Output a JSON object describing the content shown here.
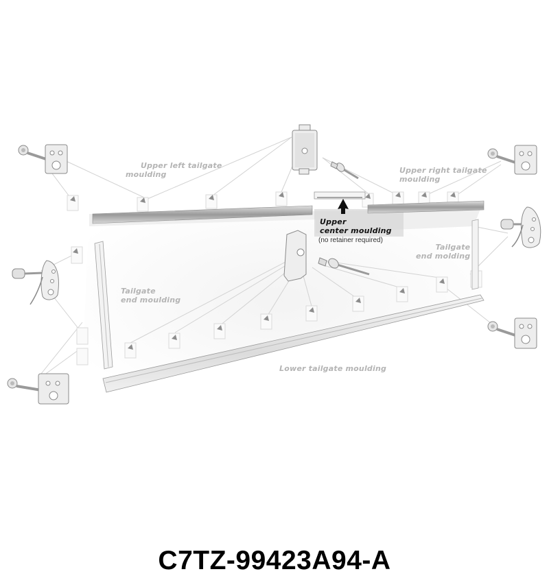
{
  "diagram": {
    "labels": {
      "upper_left": "Upper left tailgate\nmoulding",
      "upper_right": "Upper right tailgate\nmoulding",
      "upper_center_title": "Upper\ncenter moulding",
      "upper_center_note": "(no retainer required)",
      "end_left": "Tailgate\nend moulding",
      "end_right": "Tailgate\nend molding",
      "lower": "Lower tailgate moulding"
    },
    "parts": [
      {
        "name": "square-retainer-clip",
        "position": "top-left"
      },
      {
        "name": "center-retainer-clip",
        "position": "top-center"
      },
      {
        "name": "square-retainer-clip",
        "position": "top-right"
      },
      {
        "name": "oval-retainer-clip",
        "position": "mid-left"
      },
      {
        "name": "center-retainer-clip",
        "position": "middle"
      },
      {
        "name": "oval-retainer-clip",
        "position": "mid-right"
      },
      {
        "name": "square-retainer-clip",
        "position": "lower-right"
      },
      {
        "name": "square-retainer-clip",
        "position": "bottom-left"
      }
    ],
    "colors": {
      "line": "#c8c8c8",
      "moulding_dark": "#a0a0a0",
      "label": "#b4b4b4",
      "text_dark": "#111111"
    }
  },
  "footer": {
    "part_number": "C7TZ-99423A94-A"
  }
}
